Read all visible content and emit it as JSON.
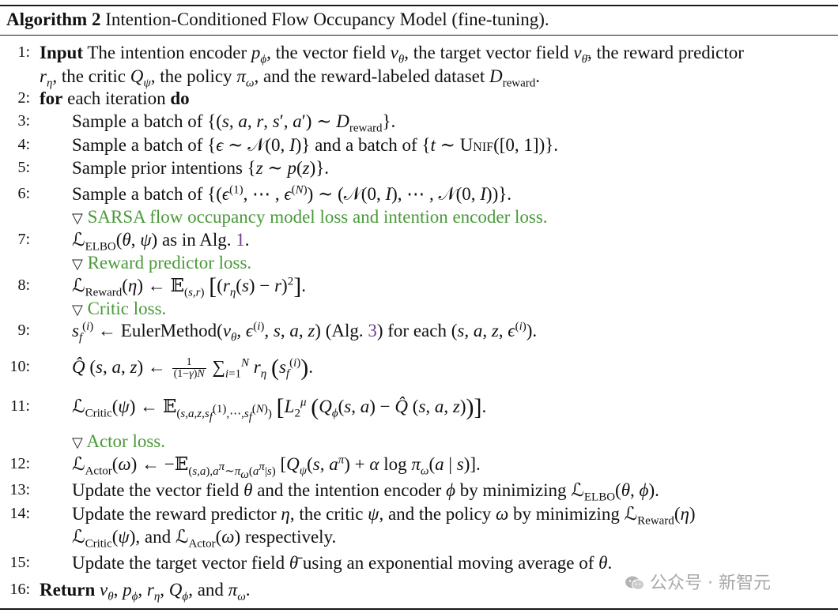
{
  "caption": {
    "label": "Algorithm 2",
    "title": "Intention-Conditioned Flow Occupancy Model (fine-tuning)."
  },
  "lines": [
    {
      "num": "1:"
    },
    {
      "num": ""
    },
    {
      "num": "2:"
    },
    {
      "num": "3:"
    },
    {
      "num": "4:"
    },
    {
      "num": "5:"
    },
    {
      "num": "6:"
    },
    {
      "num": ""
    },
    {
      "num": "7:"
    },
    {
      "num": ""
    },
    {
      "num": "8:"
    },
    {
      "num": ""
    },
    {
      "num": "9:"
    },
    {
      "num": "10:"
    },
    {
      "num": "11:"
    },
    {
      "num": ""
    },
    {
      "num": "12:"
    },
    {
      "num": "13:"
    },
    {
      "num": "14:"
    },
    {
      "num": ""
    },
    {
      "num": "15:"
    },
    {
      "num": "16:"
    }
  ],
  "keywords": {
    "input": "Input",
    "for": "for",
    "do": "do",
    "return": "Return"
  },
  "text": {
    "l1_a": "The intention encoder",
    "l1_b": ", the vector field",
    "l1_c": ", the target vector field",
    "l1_d": ", the reward predictor",
    "l1b_a": ", the critic",
    "l1b_b": ", the policy",
    "l1b_c": ", and the reward-labeled dataset",
    "l2": "each iteration",
    "l3": "Sample a batch of",
    "l4_a": "Sample a batch of",
    "l4_b": "and a batch of",
    "l5": "Sample prior intentions",
    "l6": "Sample a batch of",
    "c1": "SARSA flow occupancy model loss and intention encoder loss.",
    "l7": "as in Alg.",
    "l7_ref": "1",
    "c2": "Reward predictor loss.",
    "c3": "Critic loss.",
    "l9_a": "EulerMethod",
    "l9_b": "(Alg.",
    "l9_ref": "3",
    "l9_c": ") for each",
    "c4": "Actor loss.",
    "l13_a": "Update the vector field",
    "l13_b": "and the intention encoder",
    "l13_c": "by minimizing",
    "l14_a": "Update the reward predictor",
    "l14_b": ", the critic",
    "l14_c": ", and the policy",
    "l14_d": "by minimizing",
    "l14b_a": ", and",
    "l14b_b": "respectively.",
    "l15_a": "Update the target vector field",
    "l15_b": "using an exponential moving average of",
    "l16_a": ", and"
  },
  "watermark": {
    "text": "公众号 · 新智元",
    "icon": "wechat-icon"
  }
}
